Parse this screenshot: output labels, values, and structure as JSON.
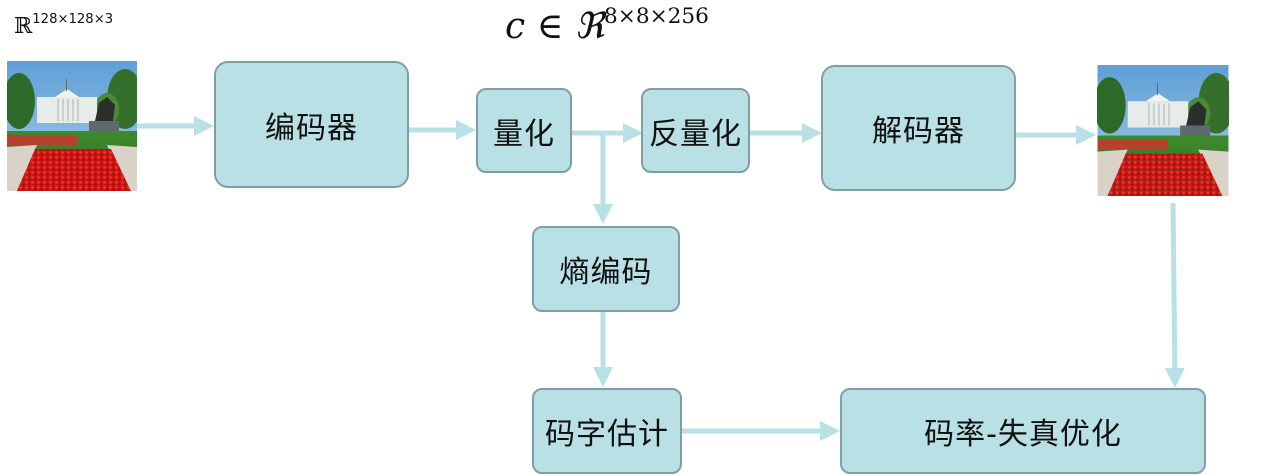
{
  "input_label": {
    "base": "ℝ",
    "exponent": "128×128×3"
  },
  "latent_label": {
    "prefix": "c ∈ ℜ",
    "exponent": "8×8×256"
  },
  "nodes": {
    "encoder": "编码器",
    "quantize": "量化",
    "dequantize": "反量化",
    "decoder": "解码器",
    "entropy_coding": "熵编码",
    "bit_estimation": "码字估计",
    "rd_optimization": "码率-失真优化"
  },
  "images": {
    "input": "photo of white house lawn with red tulips and statue",
    "output": "reconstructed photo of white house lawn with red tulips and statue"
  },
  "colors": {
    "box_fill": "#b9e0e4",
    "box_border": "#7f9fa3",
    "arrow": "#b9e0e4"
  }
}
